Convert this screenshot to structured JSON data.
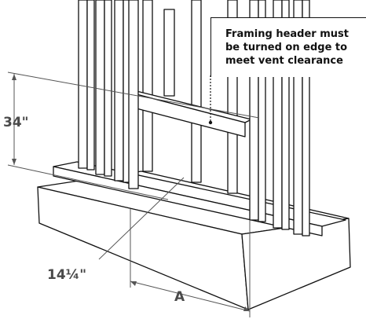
{
  "callout": {
    "text": "Framing header must be turned on edge to meet vent clearance"
  },
  "dimensions": {
    "height_label": "34\"",
    "depth_label": "14¼\"",
    "width_label": "A"
  },
  "colors": {
    "line": "#111111",
    "dimension_line": "#555555",
    "label_text": "#4a4a4a"
  }
}
